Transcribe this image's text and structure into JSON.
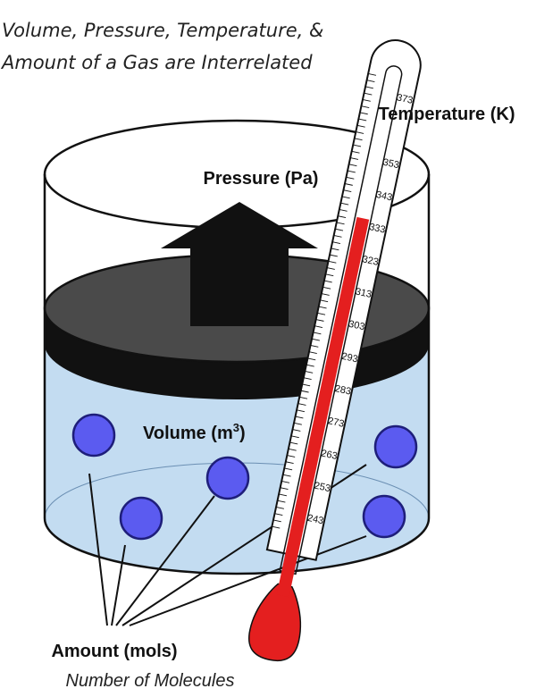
{
  "title": {
    "line1": "Volume, Pressure, Temperature, &",
    "line2": "Amount of a Gas are Interrelated"
  },
  "labels": {
    "pressure": "Pressure (Pa)",
    "temperature": "Temperature (K)",
    "volume": "Volume (m",
    "volume_exponent": "3",
    "volume_close": ")",
    "amount": "Amount (mols)",
    "molecules": "Number of Molecules"
  },
  "thermometer": {
    "scale": [
      "243",
      "253",
      "263",
      "273",
      "283",
      "293",
      "303",
      "313",
      "323",
      "333",
      "343",
      "353",
      "373"
    ],
    "fluid_color": "#e41f1f"
  },
  "colors": {
    "gas": "#c3dcf1",
    "piston": "#4a4a4a",
    "arrow": "#111111",
    "molecule": "#5b5bf0"
  },
  "icons": {
    "arrow": "up-arrow-icon",
    "molecule": "molecule-icon"
  }
}
